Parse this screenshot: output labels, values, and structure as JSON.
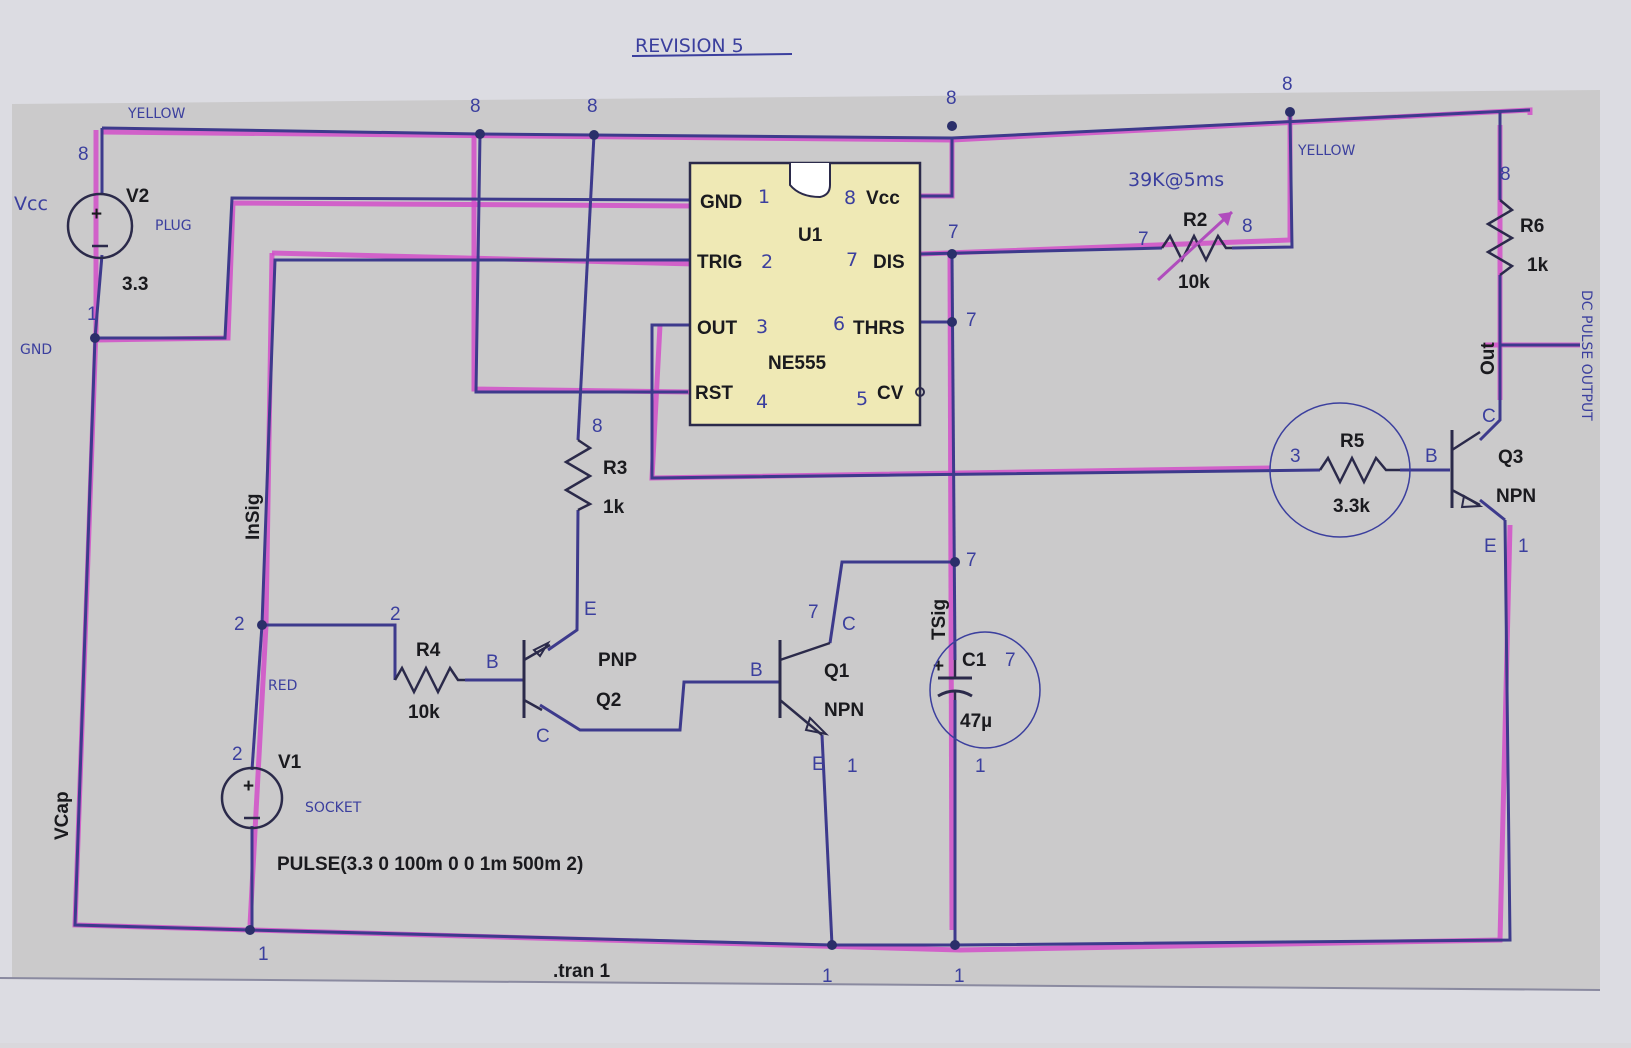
{
  "title": "REVISION 5",
  "ic": {
    "ref": "U1",
    "part": "NE555",
    "pins": {
      "gnd": "GND",
      "trig": "TRIG",
      "out": "OUT",
      "rst": "RST",
      "vcc": "Vcc",
      "dis": "DIS",
      "thrs": "THRS",
      "cv": "CV"
    },
    "pin_numbers": {
      "gnd": "1",
      "trig": "2",
      "out": "3",
      "rst": "4",
      "cv": "5",
      "thrs": "6",
      "dis": "7",
      "vcc": "8"
    }
  },
  "components": {
    "v2": {
      "ref": "V2",
      "value": "3.3",
      "note": "PLUG"
    },
    "v1": {
      "ref": "V1",
      "value": "PULSE(3.3 0 100m 0 0 1m 500m 2)",
      "note": "SOCKET"
    },
    "r2": {
      "ref": "R2",
      "value": "10k",
      "note": "39K@5ms"
    },
    "r3": {
      "ref": "R3",
      "value": "1k"
    },
    "r4": {
      "ref": "R4",
      "value": "10k"
    },
    "r5": {
      "ref": "R5",
      "value": "3.3k"
    },
    "r6": {
      "ref": "R6",
      "value": "1k"
    },
    "c1": {
      "ref": "C1",
      "value": "47µ"
    },
    "q1": {
      "ref": "Q1",
      "type": "NPN"
    },
    "q2": {
      "ref": "Q2",
      "type": "PNP"
    },
    "q3": {
      "ref": "Q3",
      "type": "NPN"
    }
  },
  "net_labels": {
    "insig": "InSig",
    "tsig": "TSig",
    "vcap": "VCap",
    "out": "Out"
  },
  "directives": {
    "tran": ".tran 1"
  },
  "handwritten": {
    "vcc": "Vcc",
    "gnd": "GND",
    "yellow_top": "YELLOW",
    "yellow_right": "YELLOW",
    "red": "RED",
    "output": "DC PULSE OUTPUT"
  }
}
